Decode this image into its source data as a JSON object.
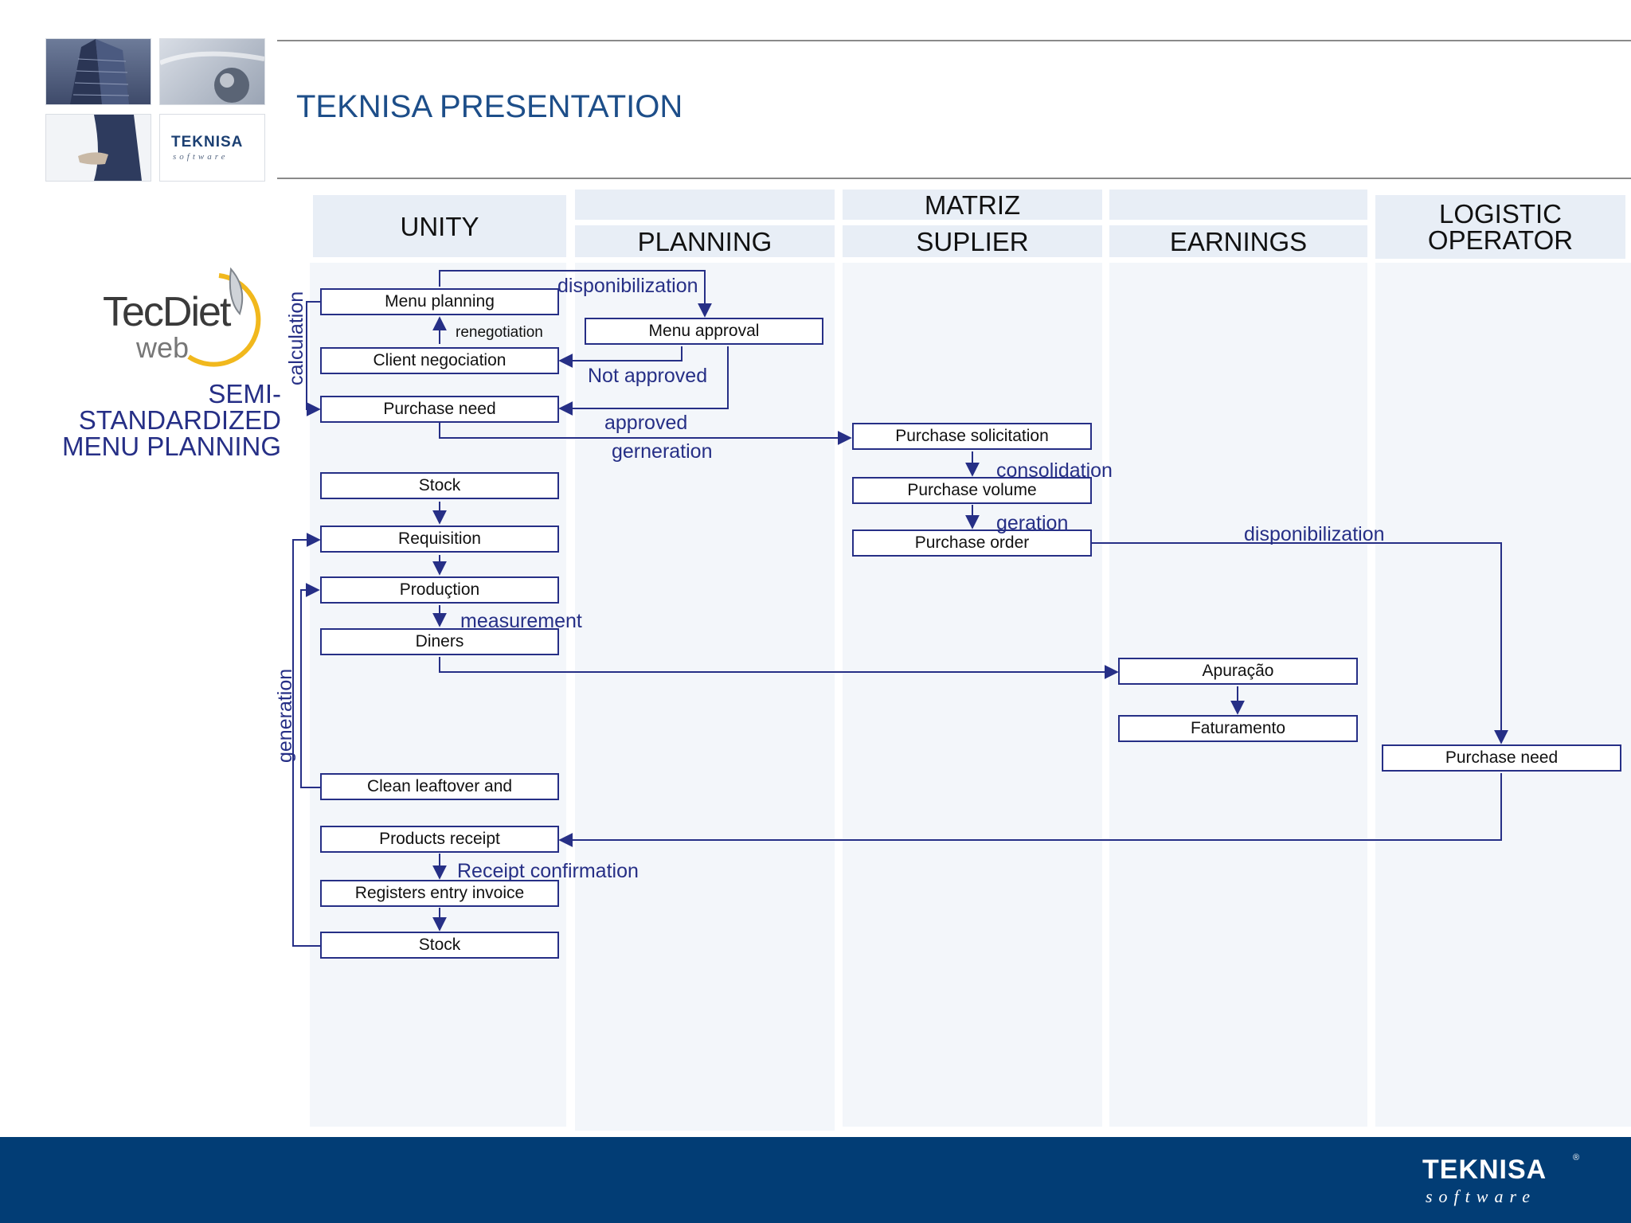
{
  "header": {
    "title": "TEKNISA PRESENTATION"
  },
  "photos": [
    {
      "subject": "office-building"
    },
    {
      "subject": "globe"
    },
    {
      "subject": "handshake"
    },
    {
      "subject": "teknisa-logo",
      "logo_text": "TEKNISA",
      "logo_sub": "software"
    }
  ],
  "sidebar": {
    "logo": {
      "main": "TecDiet",
      "sub": "web"
    },
    "caption_lines": [
      "SEMI-",
      "STANDARDIZED",
      "MENU PLANNING"
    ]
  },
  "columns": {
    "unity": "UNITY",
    "matriz": "MATRIZ",
    "planning": "PLANNING",
    "suplier": "SUPLIER",
    "earnings": "EARNINGS",
    "logistic_line1": "LOGISTIC",
    "logistic_line2": "OPERATOR"
  },
  "boxes": {
    "menu_planning": "Menu planning",
    "client_negociation": "Client negociation",
    "purchase_need_unity": "Purchase need",
    "stock_top": "Stock",
    "requisition": "Requisition",
    "production": "Produçtion",
    "diners": "Diners",
    "clean_leftover": "Clean leaftover and",
    "products_receipt": "Products receipt",
    "registers_entry_invoice": "Registers entry invoice",
    "stock_bottom": "Stock",
    "menu_approval": "Menu approval",
    "purchase_solicitation": "Purchase solicitation",
    "purchase_volume": "Purchase volume",
    "purchase_order": "Purchase order",
    "apuracao": "Apuração",
    "faturamento": "Faturamento",
    "purchase_need_logistic": "Purchase need"
  },
  "labels": {
    "disponibilization_top": "disponibilization",
    "renegotiation": "renegotiation",
    "not_approved": "Not approved",
    "approved": "approved",
    "gerneration": "gerneration",
    "consolidation": "consolidation",
    "geration": "geration",
    "disponibilization_right": "disponibilization",
    "measurement": "measurement",
    "receipt_confirmation": "Receipt confirmation",
    "calculation": "calculation",
    "generation": "generation"
  },
  "footer": {
    "logo_text": "TEKNISA",
    "logo_sub": "software",
    "registered": "®"
  },
  "colors": {
    "flow": "#262f86",
    "title": "#1d4e89",
    "footer": "#023d75",
    "column_bg": "#f3f6fa"
  }
}
